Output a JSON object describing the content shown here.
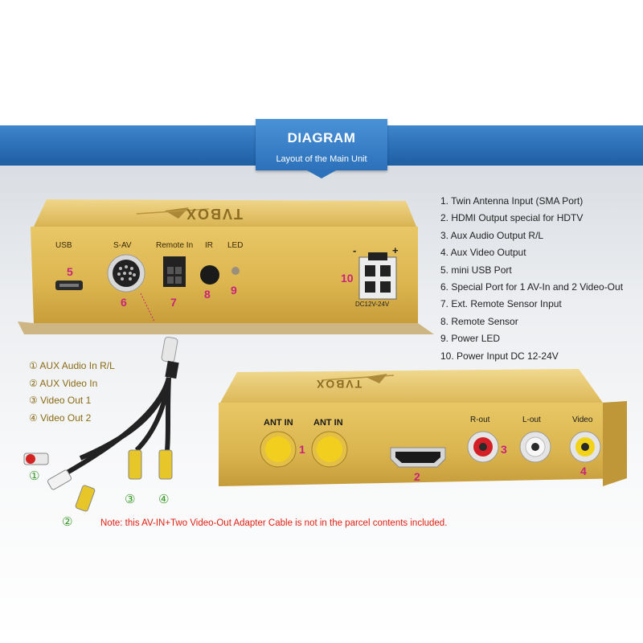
{
  "banner": {
    "title": "DIAGRAM",
    "subtitle": "Layout of the Main Unit"
  },
  "rear_panel": {
    "port_labels": {
      "usb": "USB",
      "sav": "S-AV",
      "remote_in": "Remote In",
      "ir": "IR",
      "led": "LED"
    },
    "numbers": {
      "usb": "5",
      "sav": "6",
      "remote": "7",
      "ir": "8",
      "led": "9",
      "power": "10"
    },
    "power_label": "DC12V-24V",
    "power_minus": "-",
    "power_plus": "+",
    "logo_text": "TVBOX"
  },
  "front_panel": {
    "ant1_label": "ANT IN",
    "ant2_label": "ANT IN",
    "rout_label": "R-out",
    "lout_label": "L-out",
    "video_label": "Video",
    "numbers": {
      "ant": "1",
      "hdmi": "2",
      "audio": "3",
      "video": "4"
    }
  },
  "legend": [
    "1. Twin Antenna Input (SMA Port)",
    "2. HDMI Output special for HDTV",
    "3. Aux Audio Output R/L",
    "4. Aux Video Output",
    "5. mini USB Port",
    "6. Special Port for 1 AV-In and 2 Video-Out",
    "7. Ext. Remote Sensor Input",
    "8. Remote Sensor",
    "9. Power LED",
    "10. Power Input DC 12-24V"
  ],
  "cable": {
    "items": [
      "① AUX Audio In R/L",
      "② AUX Video In",
      "③ Video Out 1",
      "④ Video Out 2"
    ],
    "markers": {
      "m1": "①",
      "m2": "②",
      "m3": "③",
      "m4": "④"
    }
  },
  "note": "Note: this AV-IN+Two Video-Out Adapter Cable is not in the parcel contents included.",
  "colors": {
    "gold": "#d9b54e",
    "banner_blue": "#2c71ba",
    "magenta": "#c8237a",
    "note_red": "#e21e12"
  }
}
